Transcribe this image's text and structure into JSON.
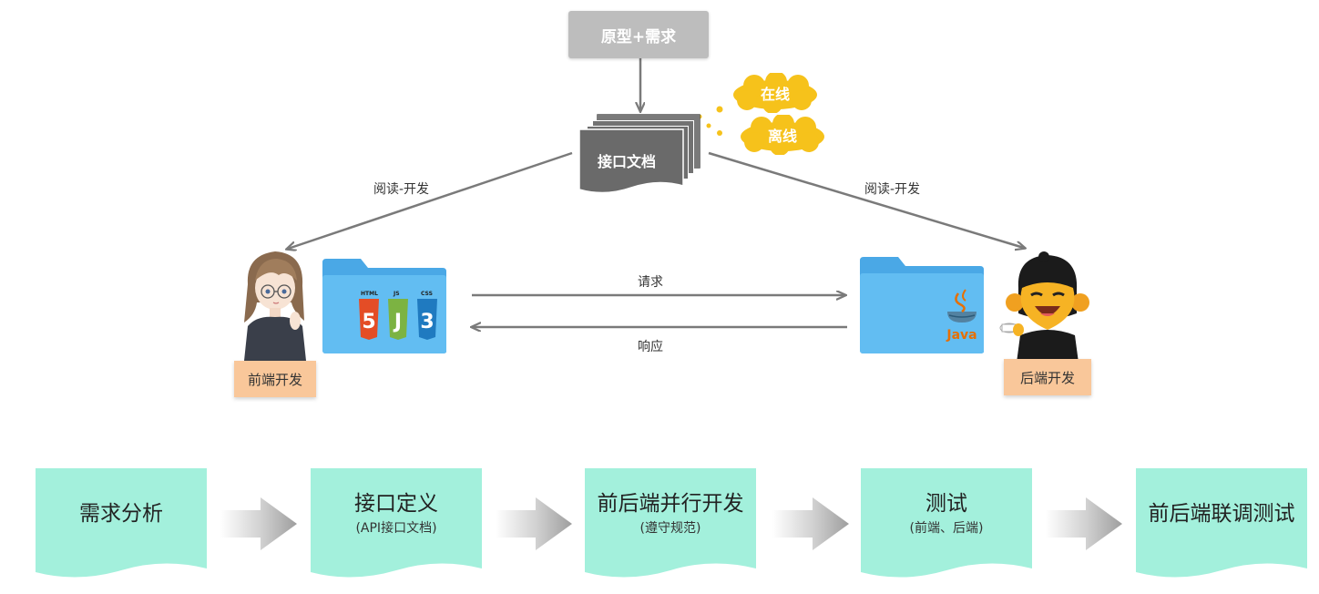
{
  "top": {
    "prototype_label": "原型+需求",
    "doc_label": "接口文档",
    "online_label": "在线",
    "offline_label": "离线"
  },
  "edges": {
    "left_read": "阅读-开发",
    "right_read": "阅读-开发",
    "request": "请求",
    "response": "响应"
  },
  "roles": {
    "frontend": "前端开发",
    "backend": "后端开发"
  },
  "frontend_folder": {
    "icons": [
      "HTML",
      "JS",
      "CSS"
    ]
  },
  "backend_folder": {
    "logo_text": "Java"
  },
  "stages": [
    {
      "title": "需求分析",
      "sub": ""
    },
    {
      "title": "接口定义",
      "sub": "(API接口文档)"
    },
    {
      "title": "前后端并行开发",
      "sub": "(遵守规范)"
    },
    {
      "title": "测试",
      "sub": "(前端、后端)"
    },
    {
      "title": "前后端联调测试",
      "sub": ""
    }
  ],
  "colors": {
    "stage_fill": "#a3f0dc",
    "arrow_gray": "#7a7a7a",
    "folder_blue": "#5bb8f0",
    "badge_orange": "#f9c79a",
    "cloud_yellow": "#f6c21b",
    "doc_gray": "#6f6f6f"
  }
}
